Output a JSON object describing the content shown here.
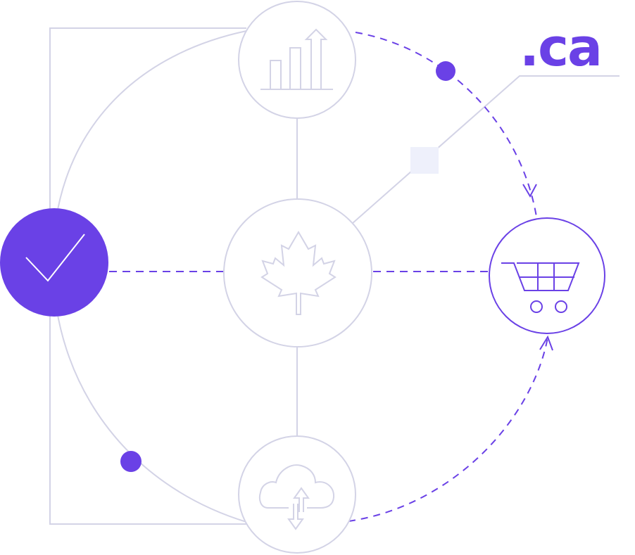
{
  "domain_label": ".ca",
  "colors": {
    "accent": "#6a41e6",
    "line": "#d3d3e6",
    "highlight_square": "#eef0fb",
    "background": "#ffffff"
  },
  "nodes": {
    "check": {
      "icon": "checkmark-icon",
      "state": "filled"
    },
    "analytics": {
      "icon": "bar-chart-growth-icon"
    },
    "canada": {
      "icon": "maple-leaf-icon"
    },
    "cloud": {
      "icon": "cloud-upload-download-icon"
    },
    "cart": {
      "icon": "shopping-cart-icon",
      "state": "active"
    }
  }
}
